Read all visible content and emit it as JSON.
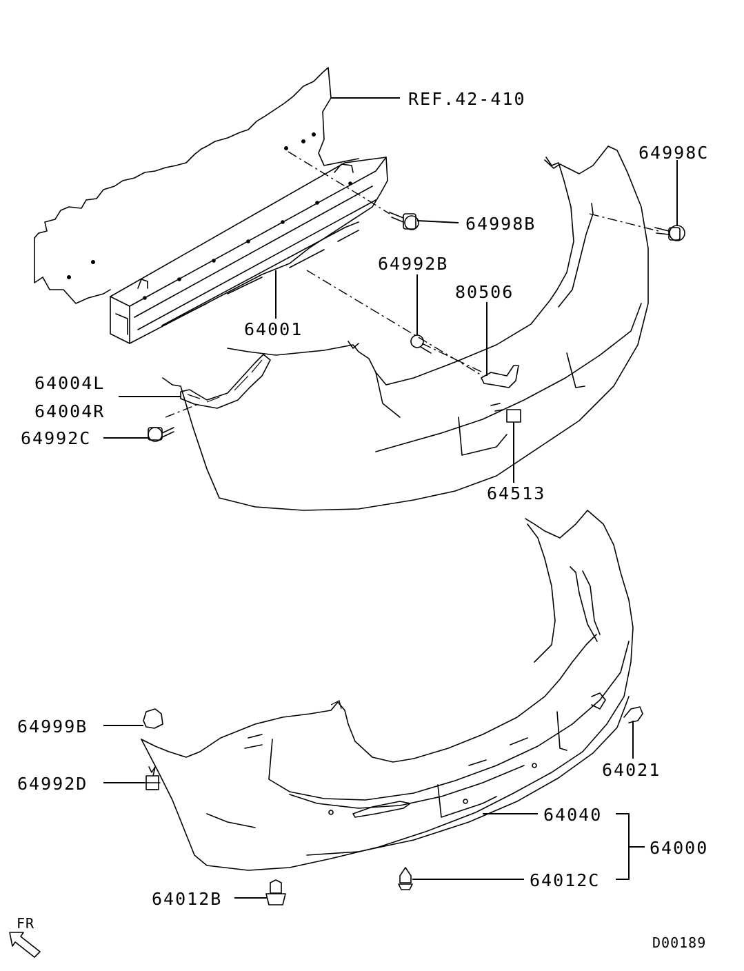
{
  "callouts": {
    "ref_42_410": "REF.42-410",
    "p64998C": "64998C",
    "p64998B": "64998B",
    "p64992B": "64992B",
    "p80506": "80506",
    "p64001": "64001",
    "p64004L": "64004L",
    "p64004R": "64004R",
    "p64992C": "64992C",
    "p64513": "64513",
    "p64999B": "64999B",
    "p64992D": "64992D",
    "p64021": "64021",
    "p64040": "64040",
    "p64000": "64000",
    "p64012C": "64012C",
    "p64012B": "64012B"
  },
  "orientation": {
    "label": "FR"
  },
  "drawing_code": "D00189"
}
